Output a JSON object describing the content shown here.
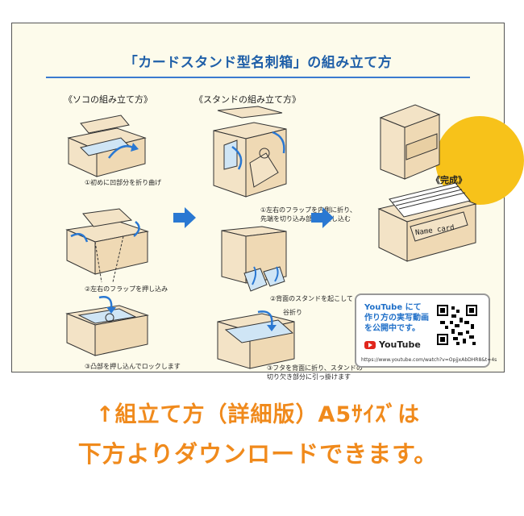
{
  "card": {
    "title": "「カードスタンド型名刺箱」の組み立て方",
    "section_left": "《ソコの組み立て方》",
    "section_middle": "《スタンドの組み立て方》",
    "complete_label": "《完成》",
    "steps_left": [
      "①初めに凹部分を折り曲げ",
      "②左右のフラップを押し込み",
      "③凸部を押し込んでロックします"
    ],
    "steps_middle": [
      "①左右のフラップを内側に折り、\n先端を切り込み部分に差し込む",
      "②背面のスタンドを起こして",
      "③フタを背面に折り、スタンドの\n切り欠き部分に引っ掛けます"
    ],
    "fold_note": "谷折り",
    "name_card_text": "Name card",
    "youtube": {
      "text": "YouTube にて\n作り方の実写動画\nを公開中です。",
      "brand": "YouTube",
      "url": "https://www.youtube.com/watch?v=OpjjxAbDHR8&t=4s"
    }
  },
  "bottom": {
    "line1": "↑組立て方（詳細版）A5ｻｲｽﾞは",
    "line2": "下方よりダウンロードできます。"
  },
  "colors": {
    "title": "#1f5fa8",
    "arrow": "#2a78d2",
    "accent": "#f08a1c",
    "yellow": "#f7c21a",
    "box": "#f3e3c6"
  }
}
